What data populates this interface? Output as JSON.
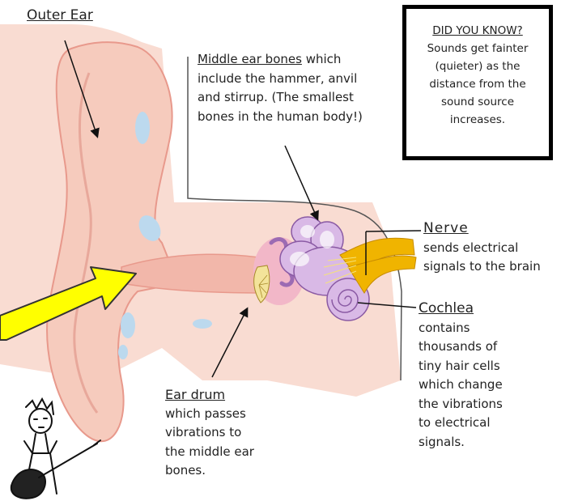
{
  "outer_ear": {
    "title": "Outer Ear"
  },
  "middle_ear": {
    "title": "Middle ear bones",
    "lines": [
      " which",
      "include the hammer, anvil",
      "and stirrup. (The smallest",
      "bones in the human body!)"
    ]
  },
  "did_you_know": {
    "title": "DID YOU KNOW?",
    "lines": [
      "Sounds get fainter",
      "(quieter) as the",
      "distance from the",
      "sound source",
      "increases."
    ]
  },
  "nerve": {
    "title": "Nerve",
    "lines": [
      "sends electrical",
      "signals to the brain"
    ]
  },
  "cochlea": {
    "title": "Cochlea",
    "lines": [
      "contains",
      "thousands of",
      "tiny hair cells",
      "which change",
      "the vibrations",
      "to electrical",
      "signals."
    ]
  },
  "ear_drum": {
    "title": "Ear drum",
    "lines": [
      "which passes",
      "vibrations to",
      "the middle ear",
      "bones."
    ]
  },
  "colors": {
    "skin": "#f6d2c6",
    "skin_edge": "#e8998c",
    "canal": "#f2b7aa",
    "cartilage": "#bcd9ee",
    "inner_ear": "#d9b9e6",
    "nerve": "#f0b400",
    "arrow": "#ffff00"
  },
  "icons": [
    "sound-arrow-icon",
    "guitarist-icon"
  ]
}
